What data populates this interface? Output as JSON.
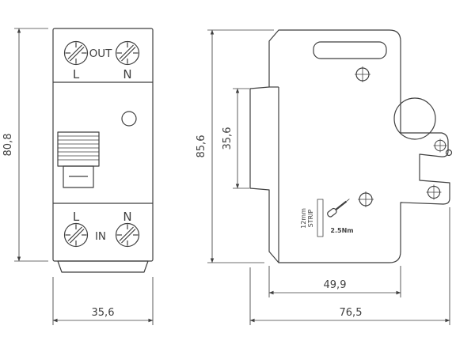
{
  "front_view": {
    "out_label": "OUT",
    "in_label": "IN",
    "pole_top_left": "L",
    "pole_top_right": "N",
    "pole_bottom_left": "L",
    "pole_bottom_right": "N"
  },
  "side_view": {
    "strip_label_top": "12mm",
    "strip_label_bottom": "STRIP",
    "torque_label": "2.5Nm"
  },
  "dimensions": {
    "front_height": "80,8",
    "front_width": "35,6",
    "side_height": "85,6",
    "side_flange_height": "35,6",
    "side_body_depth": "49,9",
    "side_total_depth": "76,5"
  },
  "colors": {
    "line": "#3f3f3f",
    "background": "#ffffff"
  }
}
